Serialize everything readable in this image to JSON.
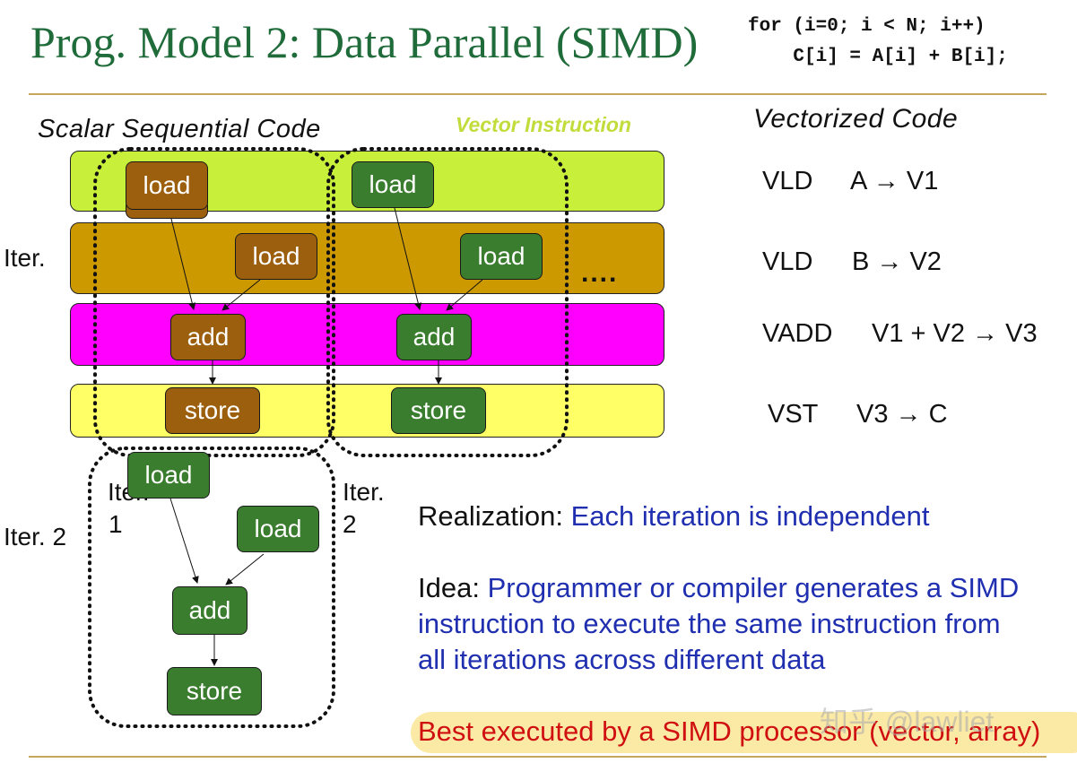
{
  "title": "Prog. Model 2: Data Parallel (SIMD)",
  "code_lines": [
    "for (i=0; i < N; i++)",
    "    C[i] = A[i] + B[i];"
  ],
  "headings": {
    "scalar": "Scalar Sequential Code",
    "vector_instruction": "Vector Instruction",
    "vectorized": "Vectorized Code"
  },
  "iter_labels": {
    "iter": "Iter.",
    "iter1_a": "Iter.",
    "iter1_b": "1",
    "iter2_a": "Iter.",
    "iter2_b": "2",
    "iter2_side": "Iter. 2"
  },
  "ops": {
    "load": "load",
    "add": "add",
    "store": "store"
  },
  "ellipsis": "....",
  "vectorized_code": [
    {
      "op": "VLD",
      "args": "A → V1"
    },
    {
      "op": "VLD",
      "args": "B → V2"
    },
    {
      "op": "VADD",
      "args": "V1 + V2 → V3"
    },
    {
      "op": "VST",
      "args": "V3 → C"
    }
  ],
  "realization": {
    "label": "Realization:",
    "text": " Each iteration is independent"
  },
  "idea": {
    "label": "Idea:",
    "lines": [
      "Programmer or compiler generates a SIMD",
      "instruction to execute the same instruction from",
      "all iterations across different data"
    ]
  },
  "best": "Best executed by a SIMD processor (vector, array)",
  "watermark": "知乎 @lawliet",
  "colors": {
    "title": "#1f6b3a",
    "band_load_a": "#c8f03a",
    "band_load_b": "#cc9900",
    "band_add": "#ff00ff",
    "band_store": "#ffff66",
    "box_brown": "#9c5f0e",
    "box_green": "#3b7d2e",
    "blue_text": "#1f2fb0",
    "red_text": "#d01010"
  }
}
